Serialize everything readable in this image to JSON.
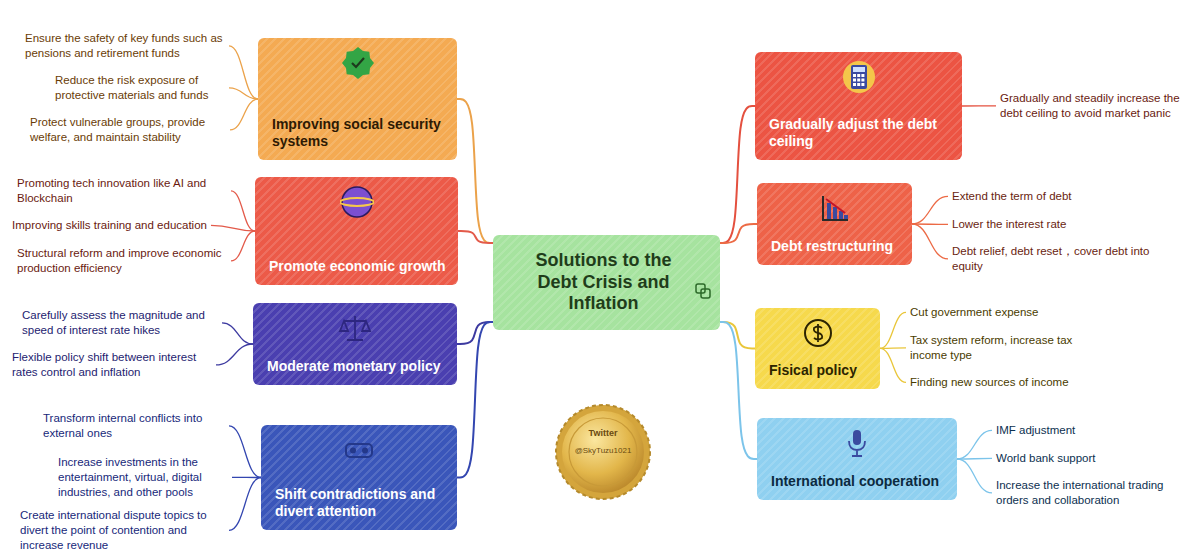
{
  "diagram": {
    "nodes": [
      {
        "text": [
          "Solutions to the Debt Crisis and Inflation"
        ]
      },
      {
        "text": [
          "Improving social security systems"
        ]
      },
      {
        "text": [
          "Promote economic growth"
        ]
      },
      {
        "text": [
          "Moderate monetary policy"
        ]
      },
      {
        "text": [
          "Shift contradictions and divert attention"
        ]
      },
      {
        "text": [
          "Gradually adjust the debt ceiling"
        ]
      },
      {
        "text": [
          "Debt restructuring"
        ]
      },
      {
        "text": [
          "Fisical policy"
        ]
      },
      {
        "text": [
          "International cooperation"
        ]
      }
    ],
    "edges": [
      {
        "from": 0,
        "to": 1,
        "arrow": "none"
      },
      {
        "from": 0,
        "to": 2,
        "arrow": "none"
      },
      {
        "from": 0,
        "to": 3,
        "arrow": "none"
      },
      {
        "from": 0,
        "to": 4,
        "arrow": "none"
      },
      {
        "from": 0,
        "to": 5,
        "arrow": "none"
      },
      {
        "from": 0,
        "to": 6,
        "arrow": "none"
      },
      {
        "from": 0,
        "to": 7,
        "arrow": "none"
      },
      {
        "from": 0,
        "to": 8,
        "arrow": "none"
      }
    ],
    "labels": [
      "Ensure the safety of key funds such as pensions and retirement funds",
      "Reduce the risk exposure of protective materials and funds",
      "Protect vulnerable groups, provide welfare, and maintain stability",
      "Promoting tech innovation like AI and Blockchain",
      "Improving skills training and education",
      "Structural reform and improve economic production efficiency",
      "Carefully assess the magnitude and speed of interest rate hikes",
      "Flexible policy shift between interest rates control and inflation",
      "Transform internal conflicts into external ones",
      "Increase investments in the entertainment, virtual, digital industries, and other pools",
      "Create international dispute topics to divert the point of contention and increase revenue",
      "Gradually and steadily increase the debt ceiling to avoid market panic",
      "Extend the term of debt",
      "Lower the interest rate",
      "Debt relief, debt reset，cover debt into equity",
      "Cut government expense",
      "Tax system reform, increase tax income type",
      "Finding new sources of income",
      "IMF adjustment",
      "World bank support",
      "Increase the international trading orders and collaboration",
      "Twitter",
      "@SkyTuzu1021"
    ]
  }
}
